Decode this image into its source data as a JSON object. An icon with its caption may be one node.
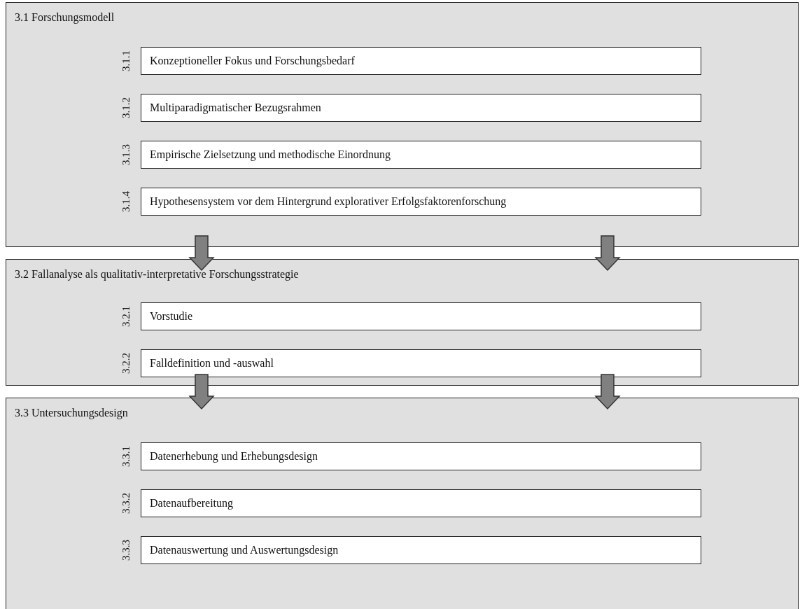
{
  "diagram": {
    "nodes": [
      {
        "text": [
          "3.1 Forschungsmodell"
        ]
      },
      {
        "text": [
          "Konzeptioneller Fokus und Forschungsbedarf"
        ],
        "in": 0,
        "beside": [
          "3.1.1"
        ]
      },
      {
        "text": [
          "Multiparadigmatischer Bezugsrahmen"
        ],
        "in": 0,
        "beside": [
          "3.1.2"
        ]
      },
      {
        "text": [
          "Empirische Zielsetzung und methodische Einordnung"
        ],
        "in": 0,
        "beside": [
          "3.1.3"
        ]
      },
      {
        "text": [
          "Hypothesensystem vor dem Hintergrund explorativer Erfolgsfaktorenforschung"
        ],
        "in": 0,
        "beside": [
          "3.1.4"
        ]
      },
      {
        "text": [
          "3.2 Fallanalyse als qualitativ-interpretative Forschungsstrategie"
        ]
      },
      {
        "text": [
          "Vorstudie"
        ],
        "in": 5,
        "beside": [
          "3.2.1"
        ]
      },
      {
        "text": [
          "Falldefinition und -auswahl"
        ],
        "in": 5,
        "beside": [
          "3.2.2"
        ]
      },
      {
        "text": [
          "3.3 Untersuchungsdesign"
        ]
      },
      {
        "text": [
          "Datenerhebung und Erhebungsdesign"
        ],
        "in": 8,
        "beside": [
          "3.3.1"
        ]
      },
      {
        "text": [
          "Datenaufbereitung"
        ],
        "in": 8,
        "beside": [
          "3.3.2"
        ]
      },
      {
        "text": [
          "Datenauswertung und Auswertungsdesign"
        ],
        "in": 8,
        "beside": [
          "3.3.3"
        ]
      }
    ],
    "edges": [
      {
        "from": 0,
        "to": 5,
        "arrow": "to"
      },
      {
        "from": 0,
        "to": 5,
        "arrow": "to"
      },
      {
        "from": 5,
        "to": 8,
        "arrow": "to"
      },
      {
        "from": 5,
        "to": 8,
        "arrow": "to"
      }
    ]
  }
}
